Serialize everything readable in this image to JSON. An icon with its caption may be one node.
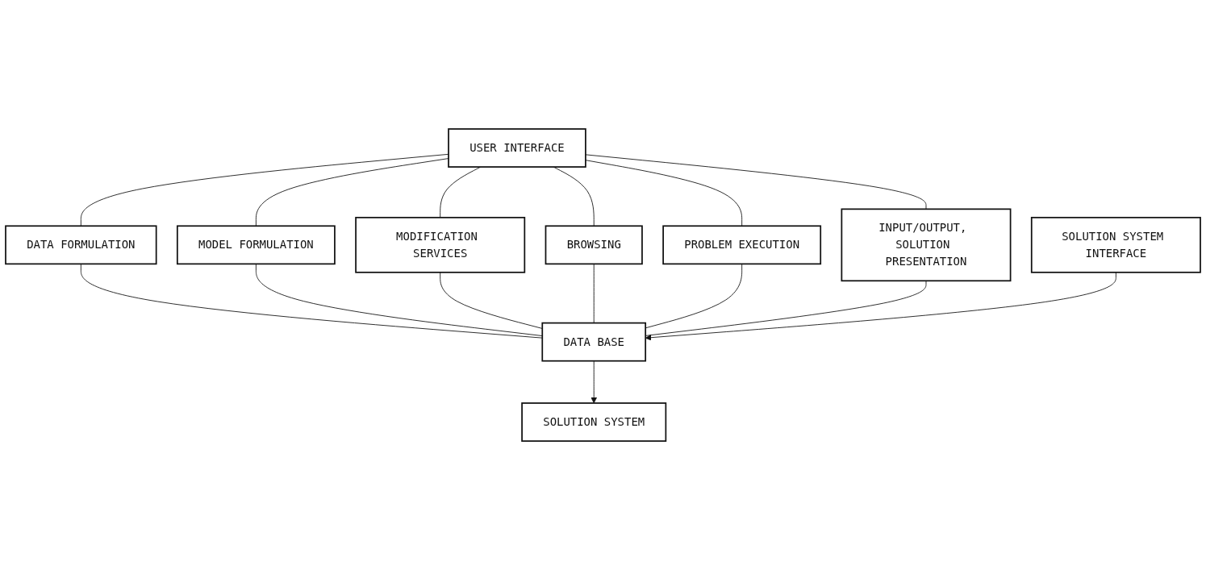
{
  "diagram": {
    "nodes": [
      {
        "text": [
          "USER INTERFACE"
        ]
      },
      {
        "text": [
          "DATA FORMULATION"
        ]
      },
      {
        "text": [
          "MODEL FORMULATION"
        ]
      },
      {
        "text": [
          "MODIFICATION SERVICES"
        ]
      },
      {
        "text": [
          "BROWSING"
        ]
      },
      {
        "text": [
          "PROBLEM EXECUTION"
        ]
      },
      {
        "text": [
          "INPUT/OUTPUT, SOLUTION PRESENTATION"
        ]
      },
      {
        "text": [
          "DATA BASE"
        ]
      },
      {
        "text": [
          "SOLUTION SYSTEM INTERFACE"
        ]
      },
      {
        "text": [
          "SOLUTION SYSTEM"
        ]
      }
    ],
    "edges": [
      {
        "from": 0,
        "to": 1,
        "arrow": "none"
      },
      {
        "from": 0,
        "to": 2,
        "arrow": "none"
      },
      {
        "from": 0,
        "to": 3,
        "arrow": "none"
      },
      {
        "from": 0,
        "to": 4,
        "arrow": "none"
      },
      {
        "from": 0,
        "to": 5,
        "arrow": "none"
      },
      {
        "from": 0,
        "to": 6,
        "arrow": "none"
      },
      {
        "from": 1,
        "to": 7,
        "arrow": "none"
      },
      {
        "from": 2,
        "to": 7,
        "arrow": "none"
      },
      {
        "from": 3,
        "to": 7,
        "arrow": "none"
      },
      {
        "from": 4,
        "to": 7,
        "arrow": "none"
      },
      {
        "from": 5,
        "to": 7,
        "arrow": "none"
      },
      {
        "from": 6,
        "to": 7,
        "arrow": "none"
      },
      {
        "from": 8,
        "to": 7,
        "arrow": "to"
      },
      {
        "from": 7,
        "to": 9,
        "arrow": "to"
      }
    ]
  }
}
